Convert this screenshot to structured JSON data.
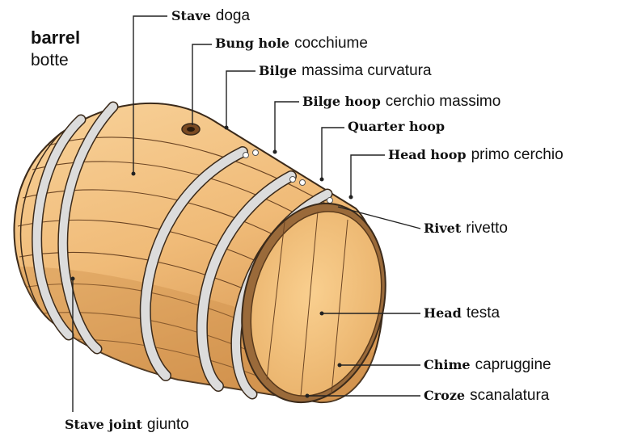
{
  "title": {
    "en": "barrel",
    "it": "botte"
  },
  "colors": {
    "wood_light": "#f6c98a",
    "wood_mid": "#eab06a",
    "wood_dark": "#c98a45",
    "hoop": "#d9d9d9",
    "outline": "#3b2a1a",
    "leader": "#222222"
  },
  "labels": [
    {
      "key": "stave",
      "en": "Stave",
      "it": "doga"
    },
    {
      "key": "bung_hole",
      "en": "Bung hole",
      "it": "cocchiume"
    },
    {
      "key": "bilge",
      "en": "Bilge",
      "it": "massima curvatura"
    },
    {
      "key": "bilge_hoop",
      "en": "Bilge hoop",
      "it": "cerchio massimo"
    },
    {
      "key": "quarter_hoop",
      "en": "Quarter hoop",
      "it": ""
    },
    {
      "key": "head_hoop",
      "en": "Head hoop",
      "it": "primo cerchio"
    },
    {
      "key": "rivet",
      "en": "Rivet",
      "it": "rivetto"
    },
    {
      "key": "head",
      "en": "Head",
      "it": "testa"
    },
    {
      "key": "chime",
      "en": "Chime",
      "it": "capruggine"
    },
    {
      "key": "croze",
      "en": "Croze",
      "it": "scanalatura"
    },
    {
      "key": "stave_joint",
      "en": "Stave joint",
      "it": "giunto"
    }
  ]
}
